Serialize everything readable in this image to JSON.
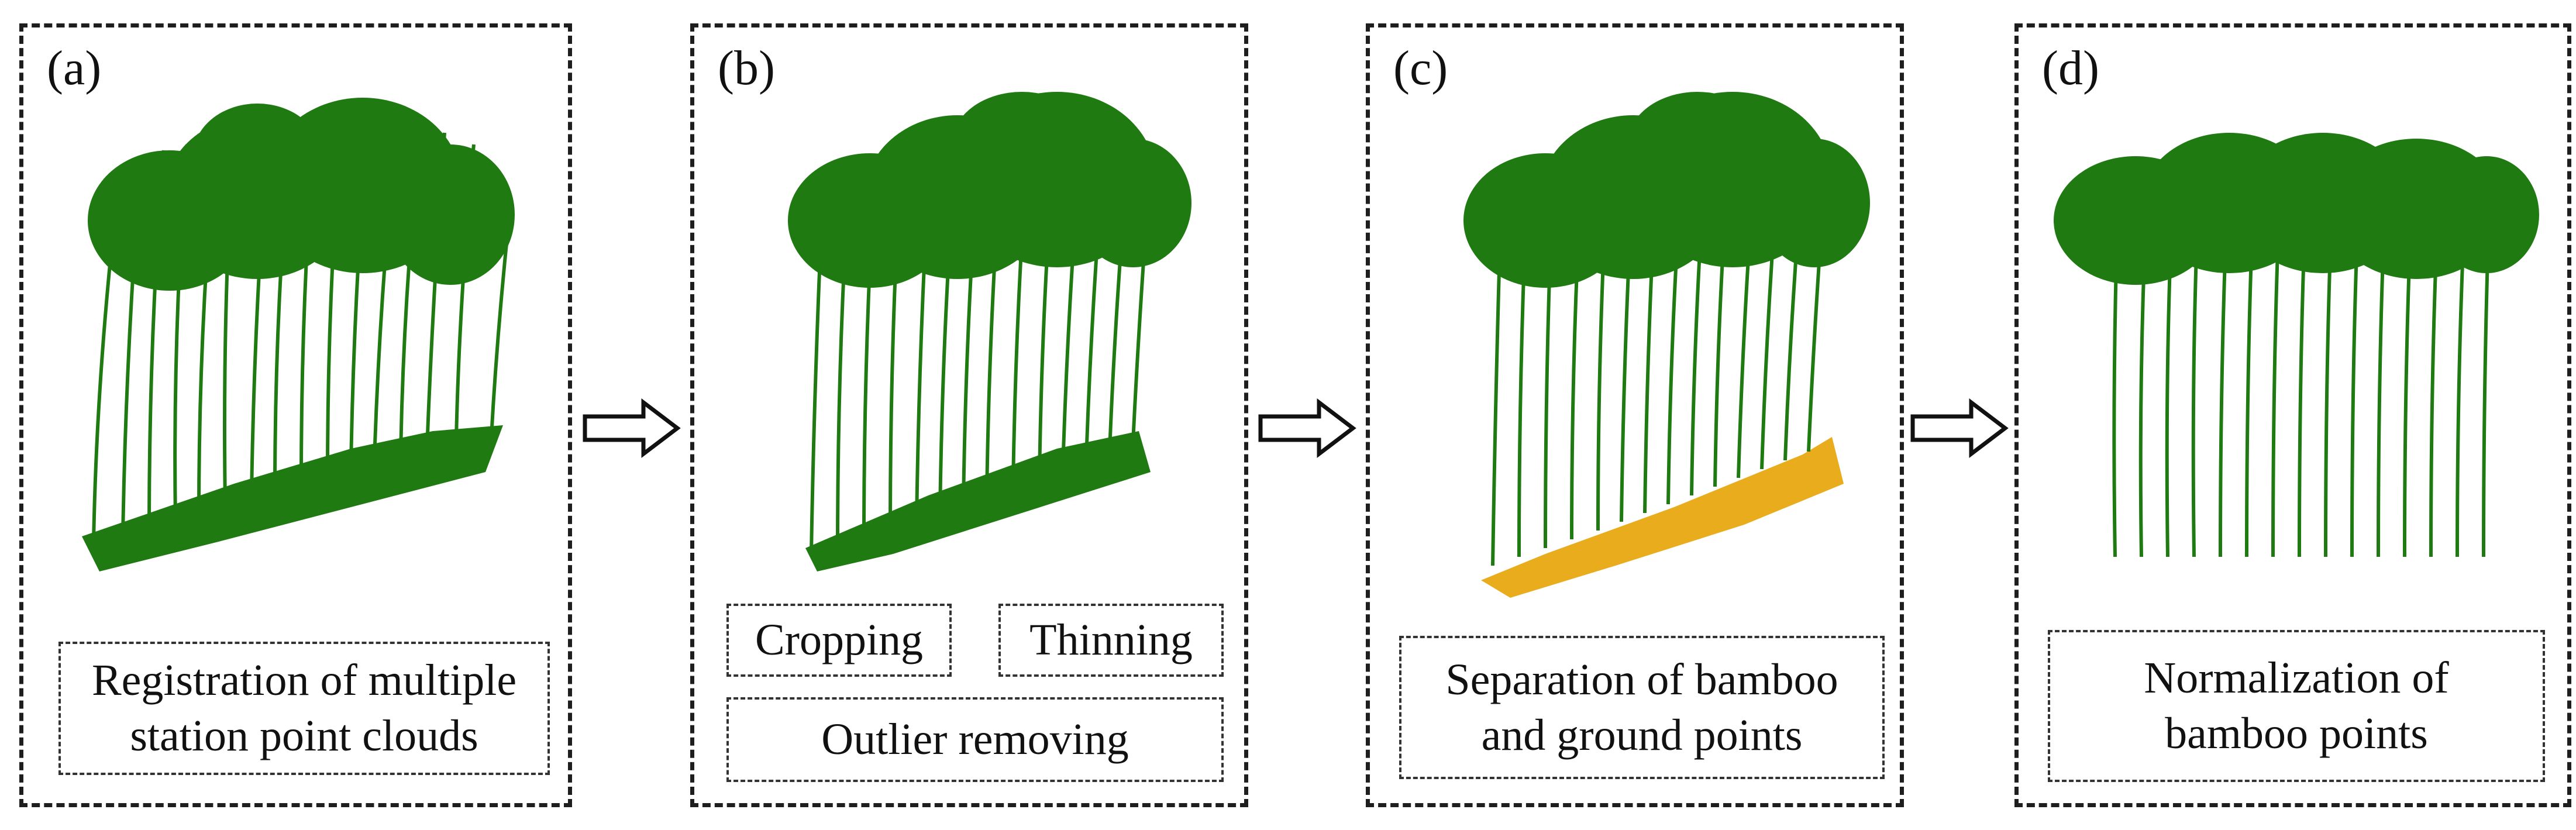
{
  "colors": {
    "bamboo": "#1f7a12",
    "ground": "#e8ac1c",
    "border": "#1e1e1e"
  },
  "panels": [
    {
      "label": "(a)",
      "boxes": [
        "Registration of multiple\nstation point clouds"
      ]
    },
    {
      "label": "(b)",
      "boxes": [
        "Cropping",
        "Thinning",
        "Outlier removing"
      ]
    },
    {
      "label": "(c)",
      "boxes": [
        "Separation of bamboo\nand ground points"
      ]
    },
    {
      "label": "(d)",
      "boxes": [
        "Normalization of\nbamboo points"
      ]
    }
  ]
}
